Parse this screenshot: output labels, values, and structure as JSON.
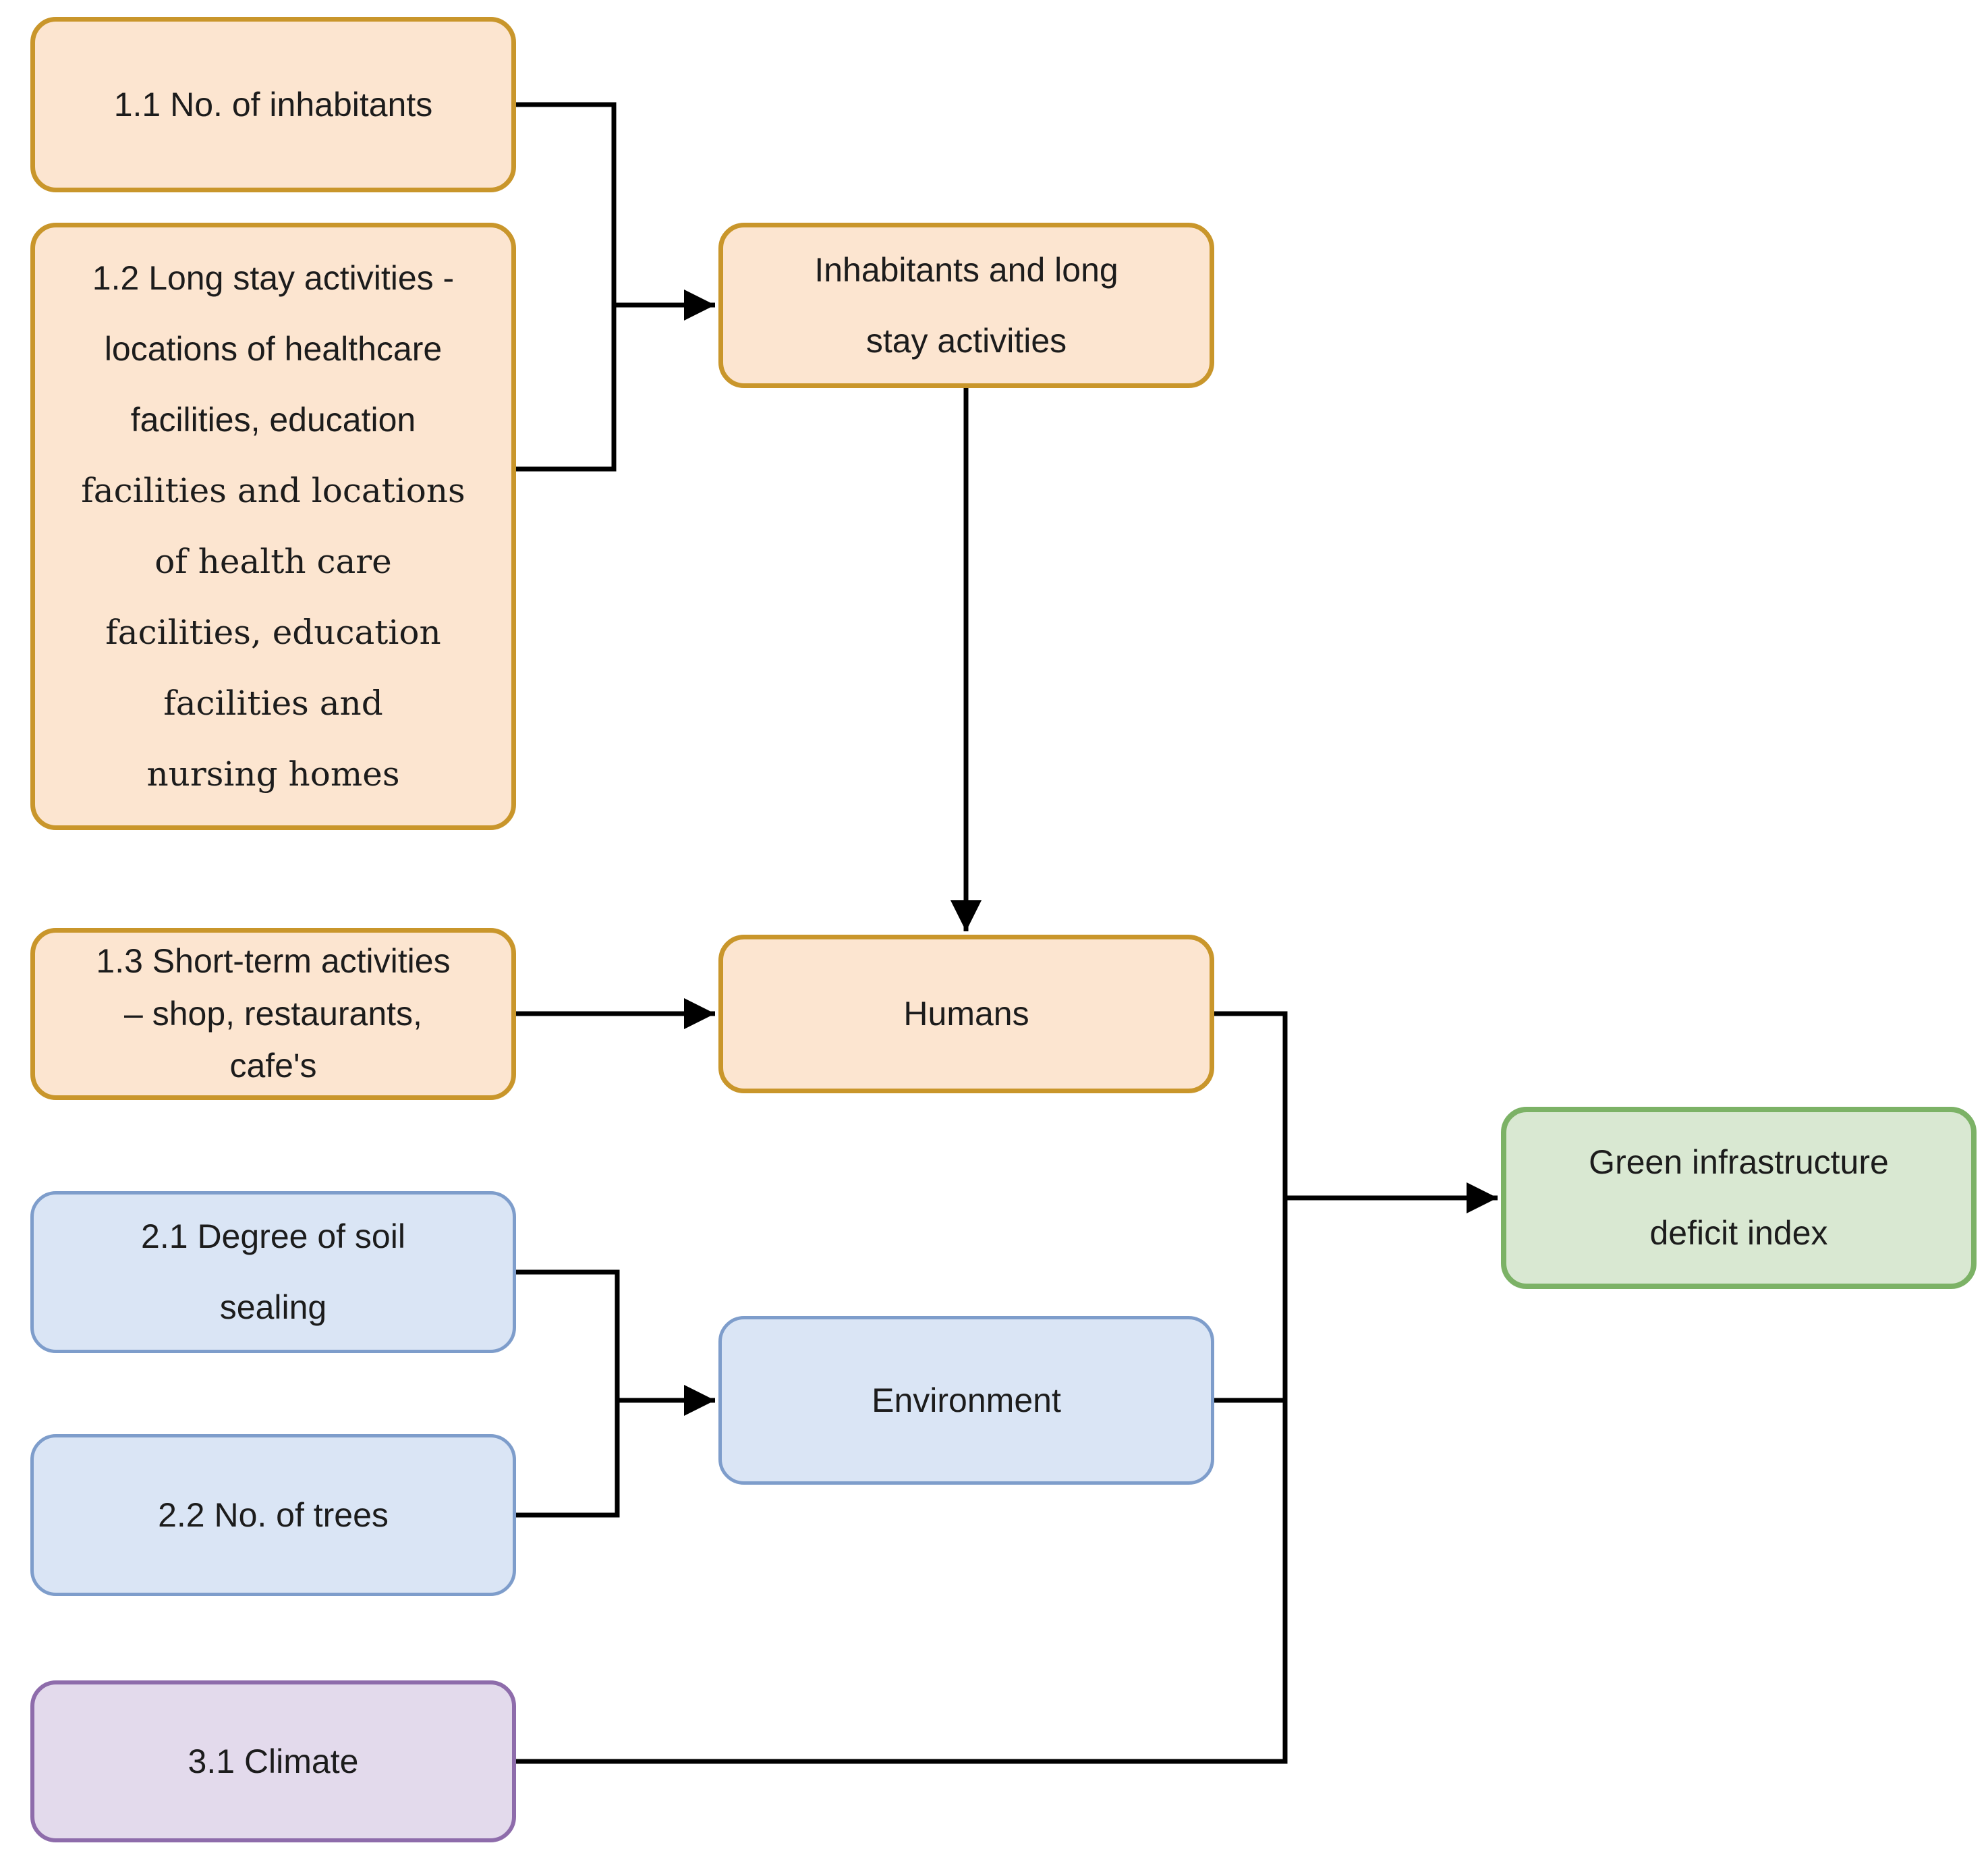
{
  "diagram": {
    "title": "Green infrastructure deficit index input diagram",
    "background": "#FFFFFF",
    "connector_color": "#000000",
    "palette": {
      "orange_fill": "#FCE5D0",
      "orange_border": "#C9962B",
      "blue_fill": "#DAE5F5",
      "blue_border": "#7E9DCB",
      "purple_fill": "#E3DAEC",
      "purple_border": "#8E6CAB",
      "green_fill": "#D9E8D2",
      "green_border": "#7CB266",
      "text_color": "#1C1C1C"
    },
    "nodes": {
      "n1_1": {
        "label": "1.1 No. of inhabitants",
        "color": "orange"
      },
      "n1_2": {
        "text_sans": "1.2 Long stay activities -\nlocations of healthcare\nfacilities, education",
        "text_serif": "facilities and locations\nof health care\nfacilities, education\nfacilities and\nnursing homes",
        "color": "orange"
      },
      "n1_3": {
        "label": "1.3 Short-term activities\n– shop, restaurants,\ncafe's",
        "color": "orange"
      },
      "inhabitants": {
        "label": "Inhabitants and long\nstay activities",
        "color": "orange"
      },
      "humans": {
        "label": "Humans",
        "color": "orange"
      },
      "n2_1": {
        "label": "2.1 Degree of soil\nsealing",
        "color": "blue"
      },
      "n2_2": {
        "label": "2.2 No. of trees",
        "color": "blue"
      },
      "environment": {
        "label": "Environment",
        "color": "blue"
      },
      "n3_1": {
        "label": "3.1 Climate",
        "color": "purple"
      },
      "output": {
        "label": "Green infrastructure\ndeficit index",
        "color": "green"
      }
    },
    "edges": [
      {
        "from": "n1_1",
        "to": "inhabitants",
        "arrow": true
      },
      {
        "from": "n1_2",
        "to": "inhabitants",
        "arrow": true
      },
      {
        "from": "inhabitants",
        "to": "humans",
        "arrow": true
      },
      {
        "from": "n1_3",
        "to": "humans",
        "arrow": true
      },
      {
        "from": "n2_1",
        "to": "environment",
        "arrow": true
      },
      {
        "from": "n2_2",
        "to": "environment",
        "arrow": true
      },
      {
        "from": "humans",
        "to": "output",
        "arrow": true
      },
      {
        "from": "environment",
        "to": "output",
        "arrow": true
      },
      {
        "from": "n3_1",
        "to": "output",
        "arrow": true
      }
    ]
  }
}
